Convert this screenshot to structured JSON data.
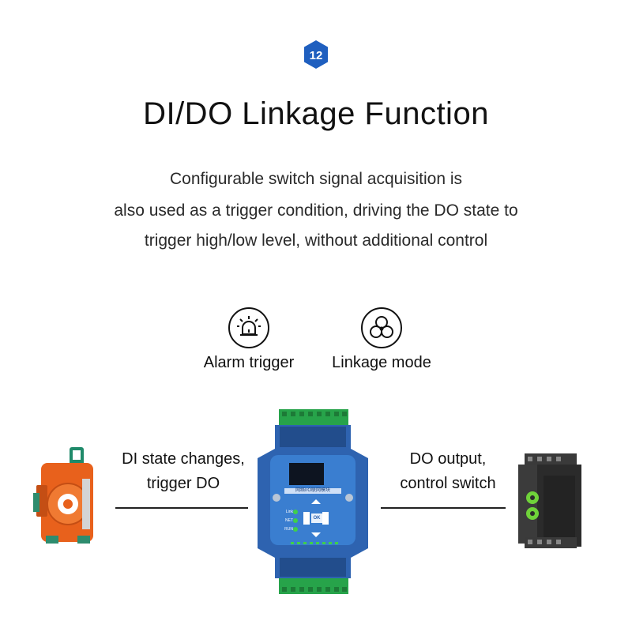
{
  "badge": {
    "number": "12",
    "color": "#1f5fbf"
  },
  "title": "DI/DO Linkage Function",
  "description": {
    "line1": "Configurable switch signal acquisition is",
    "line2": "also used as a trigger condition, driving the DO state to",
    "line3": "trigger high/low level, without additional control"
  },
  "features": [
    {
      "label": "Alarm trigger",
      "icon": "alarm-beacon-icon"
    },
    {
      "label": "Linkage mode",
      "icon": "linkage-cycle-icon"
    }
  ],
  "left_caption": {
    "line1": "DI state changes,",
    "line2": "trigger DO"
  },
  "right_caption": {
    "line1": "DO output,",
    "line2": "control switch"
  },
  "device": {
    "screen_title": "网络I/O联网模块",
    "center_button": "OK",
    "indicators": [
      "Link",
      "NET",
      "RUN"
    ],
    "colors": {
      "body": "#2e63b0",
      "panel": "#3a7ed0",
      "terminal": "#27a34a",
      "led": "#3fcf4b"
    }
  },
  "colors": {
    "switch_orange": "#e8611c",
    "relay_dark": "#2b2b2b",
    "relay_knob": "#6fd23a"
  }
}
